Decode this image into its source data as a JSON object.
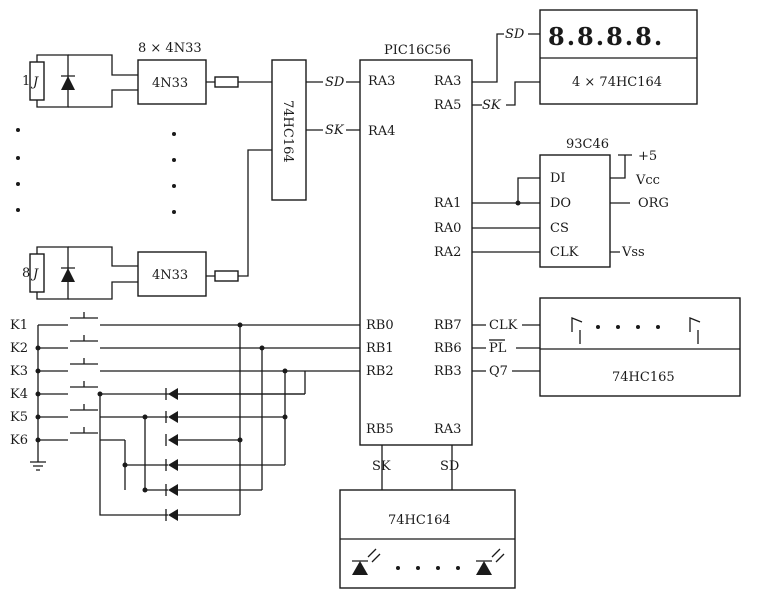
{
  "mcu": {
    "title": "PIC16C56",
    "left_pins": [
      "RA3",
      "RA4",
      "RB0",
      "RB1",
      "RB2",
      "RB5"
    ],
    "right_pins": [
      "RA3",
      "RA5",
      "RA1",
      "RA0",
      "RA2",
      "RB7",
      "RB6",
      "RB3",
      "RA3"
    ],
    "bottom_sk": "SK",
    "bottom_sd": "SD"
  },
  "opto": {
    "group_label": "8 × 4N33",
    "top_part": "4N33",
    "bottom_part": "4N33",
    "input1": "1",
    "input8": "8",
    "relay_letter": "J"
  },
  "shift_left": {
    "part": "74HC164",
    "sd": "SD",
    "sk": "SK"
  },
  "display": {
    "digits": "8.8.8.8.",
    "driver": "4 × 74HC164",
    "sd": "SD",
    "sk": "SK"
  },
  "eeprom": {
    "part": "93C46",
    "supply": "+5",
    "pins": [
      "DI",
      "DO",
      "CS",
      "CLK"
    ],
    "vcc": "Vcc",
    "org": "ORG",
    "vss": "Vss"
  },
  "input_reg": {
    "part": "74HC165",
    "clk": "CLK",
    "pl": "PL",
    "q7": "Q7"
  },
  "bottom_reg": {
    "part": "74HC164"
  },
  "keys": [
    "K1",
    "K2",
    "K3",
    "K4",
    "K5",
    "K6"
  ]
}
